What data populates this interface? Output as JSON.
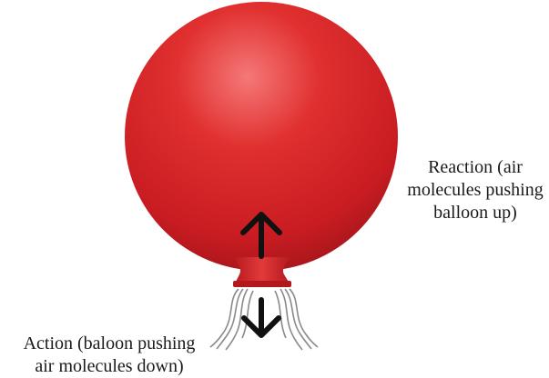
{
  "colors": {
    "balloon": "#d8232a",
    "balloon_highlight": "#f36b6b",
    "balloon_shadow": "#a5161b",
    "arrow": "#111111",
    "air_lines": "#8a8a8a",
    "text": "#1a1a1a"
  },
  "labels": {
    "reaction": {
      "line1": "Reaction (air",
      "line2": "molecules pushing",
      "line3": "balloon up)"
    },
    "action": {
      "line1": "Action (baloon pushing",
      "line2": "air molecules down)"
    }
  },
  "icons": {
    "up_arrow": "arrow-up-icon",
    "down_arrow": "arrow-down-icon"
  }
}
